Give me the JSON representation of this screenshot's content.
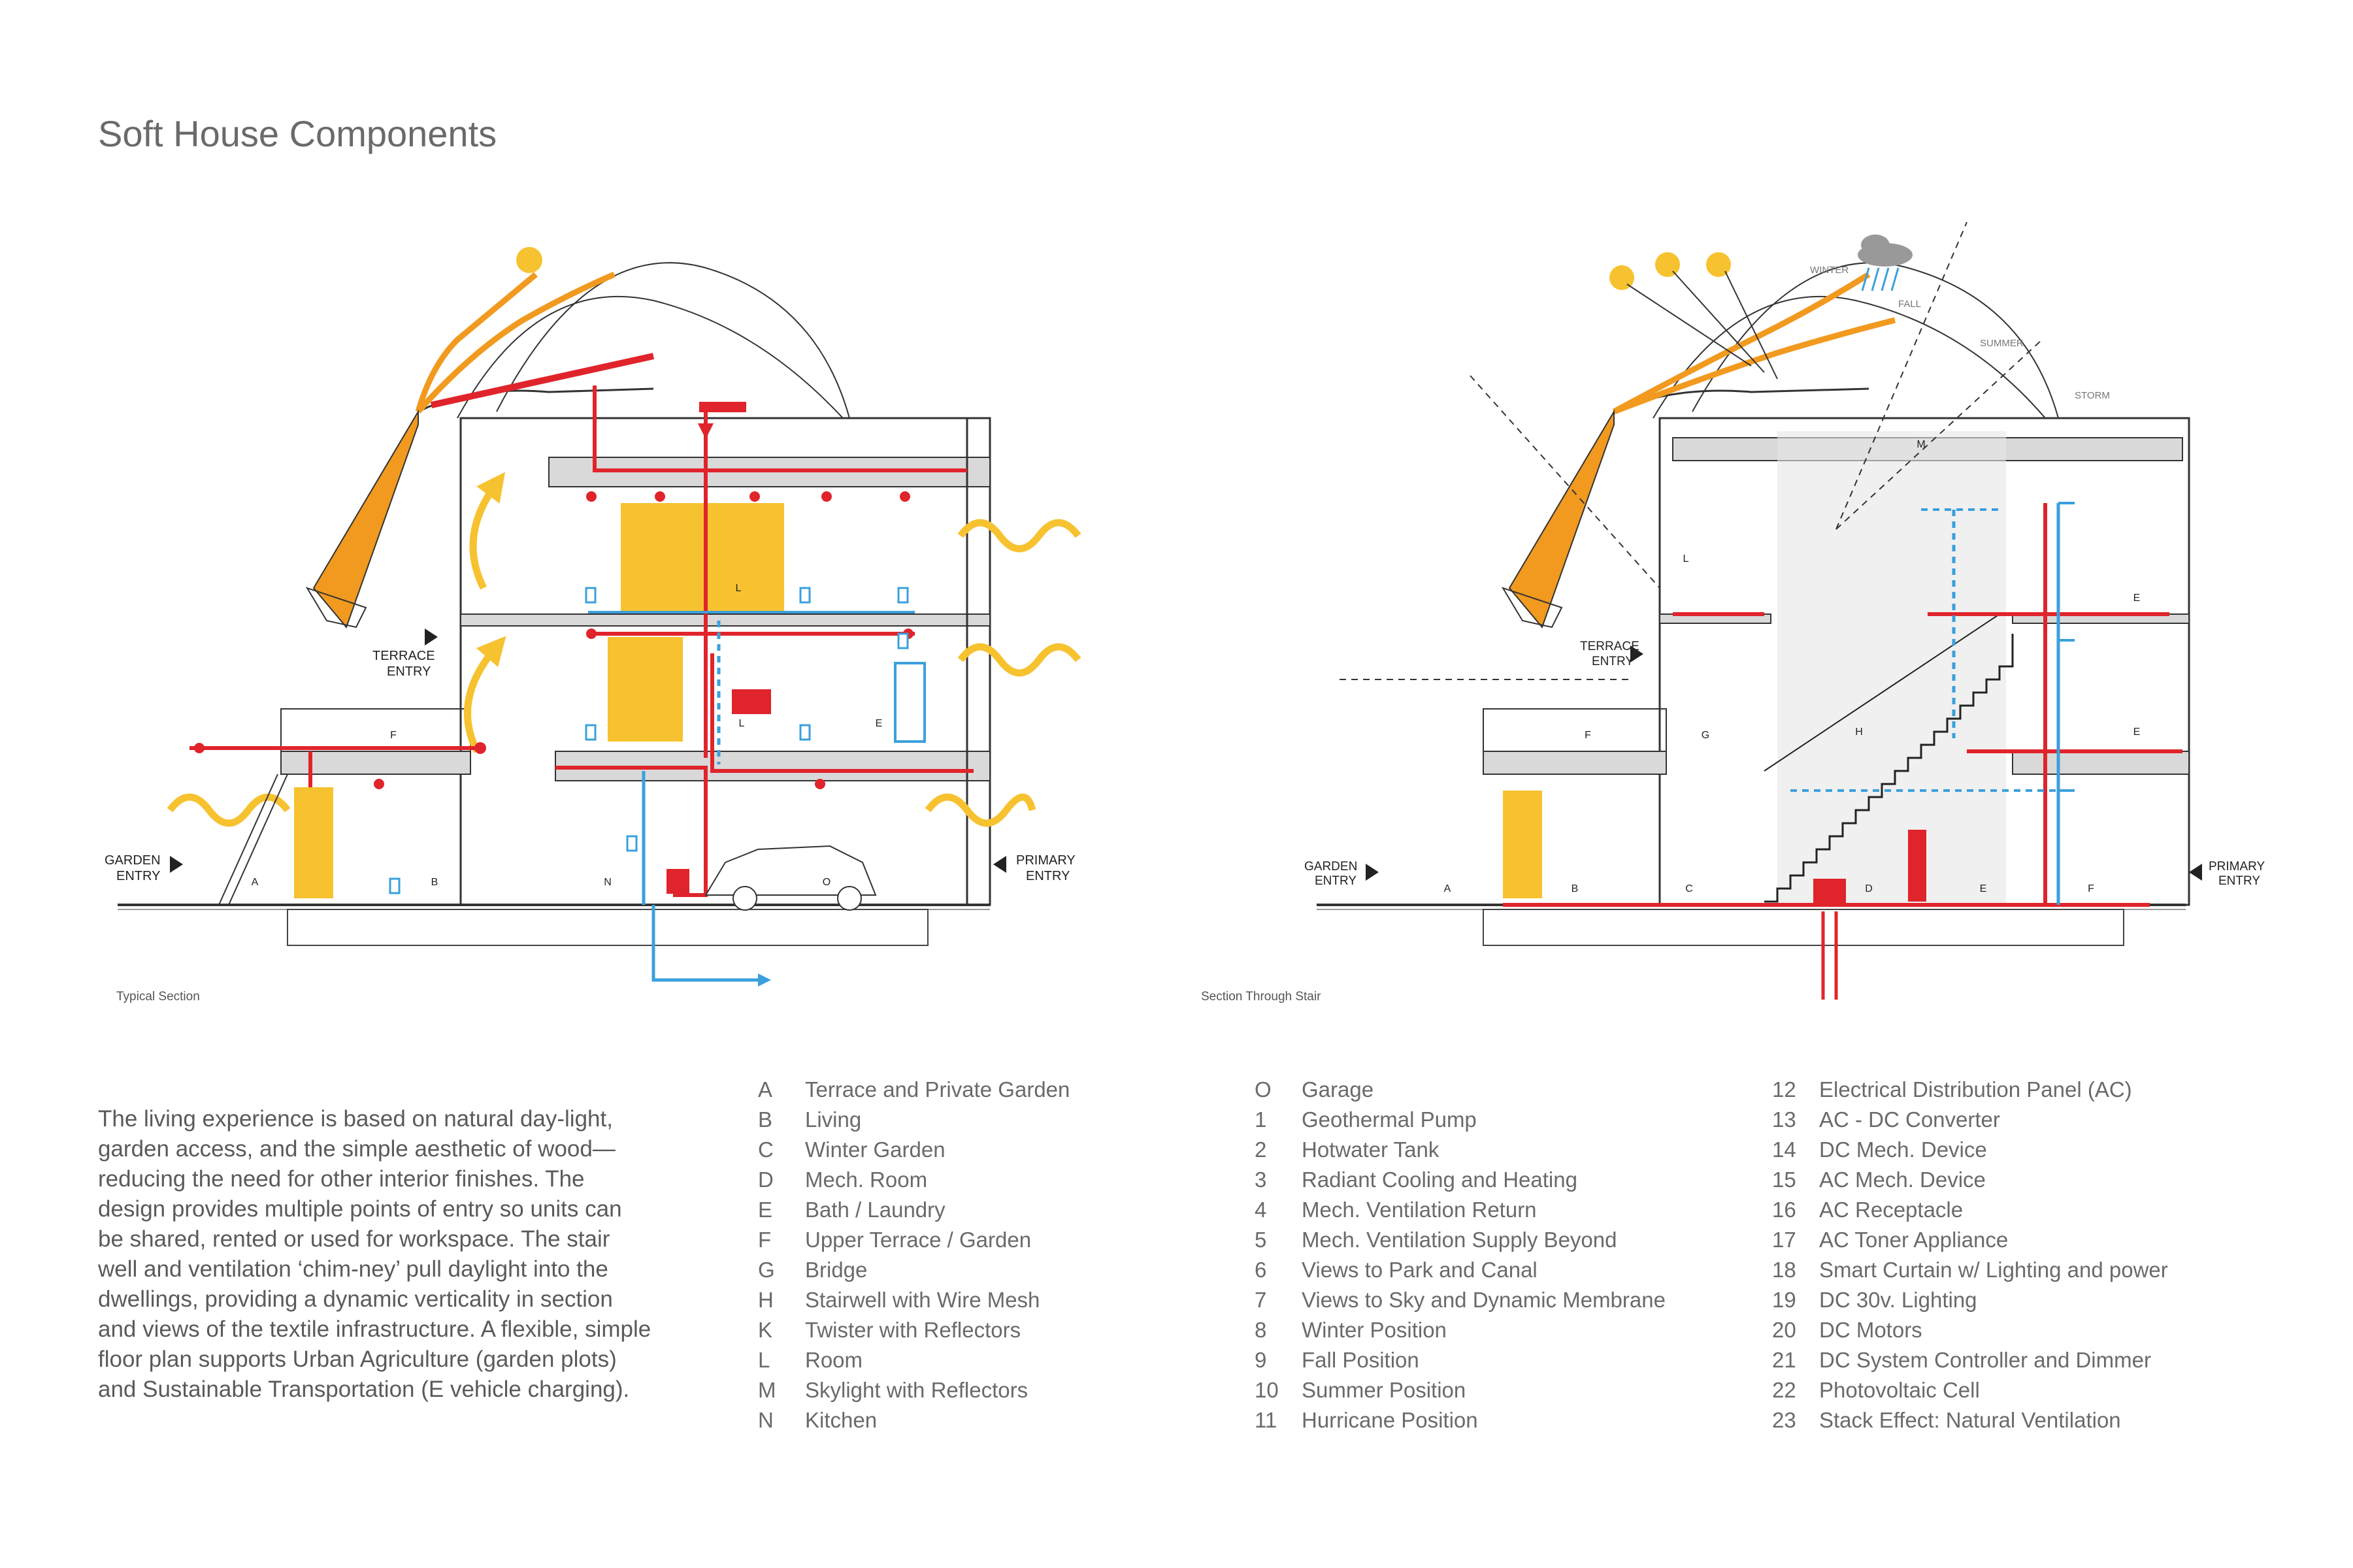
{
  "title": "Soft House Components",
  "captions": {
    "left": "Typical Section",
    "right": "Section Through Stair"
  },
  "labels": {
    "terrace_entry": [
      "TERRACE",
      "ENTRY"
    ],
    "garden_entry": [
      "GARDEN",
      "ENTRY"
    ],
    "primary_entry": [
      "PRIMARY",
      "ENTRY"
    ],
    "winter": "WINTER",
    "fall": "FALL",
    "summer": "SUMMER",
    "storm": "STORM"
  },
  "description": "The living experience is based on natural day-light, garden access, and the simple aesthetic of wood—reducing the need for other interior finishes. The design provides multiple points of entry so units can be shared, rented or used for workspace. The stair well and ventilation ‘chim-ney’ pull daylight into the dwellings, providing a dynamic verticality in section and views of the textile infrastructure. A flexible, simple floor plan supports Urban Agriculture (garden plots) and Sustainable Transportation (E vehicle charging).",
  "legend": {
    "col1": [
      {
        "key": "A",
        "text": "Terrace and Private Garden"
      },
      {
        "key": "B",
        "text": "Living"
      },
      {
        "key": "C",
        "text": "Winter Garden"
      },
      {
        "key": "D",
        "text": "Mech. Room"
      },
      {
        "key": "E",
        "text": "Bath / Laundry"
      },
      {
        "key": "F",
        "text": "Upper Terrace / Garden"
      },
      {
        "key": "G",
        "text": "Bridge"
      },
      {
        "key": "H",
        "text": "Stairwell with Wire Mesh"
      },
      {
        "key": "K",
        "text": "Twister with Reflectors"
      },
      {
        "key": "L",
        "text": "Room"
      },
      {
        "key": "M",
        "text": "Skylight with Reflectors"
      },
      {
        "key": "N",
        "text": "Kitchen"
      }
    ],
    "col2": [
      {
        "key": "O",
        "text": "Garage"
      },
      {
        "key": "1",
        "text": "Geothermal Pump"
      },
      {
        "key": "2",
        "text": "Hotwater Tank"
      },
      {
        "key": "3",
        "text": "Radiant Cooling and Heating"
      },
      {
        "key": "4",
        "text": "Mech. Ventilation Return"
      },
      {
        "key": "5",
        "text": "Mech. Ventilation Supply Beyond"
      },
      {
        "key": "6",
        "text": "Views to Park and Canal"
      },
      {
        "key": "7",
        "text": "Views to Sky and Dynamic Membrane"
      },
      {
        "key": "8",
        "text": "Winter Position"
      },
      {
        "key": "9",
        "text": "Fall Position"
      },
      {
        "key": "10",
        "text": "Summer Position"
      },
      {
        "key": "11",
        "text": "Hurricane Position"
      }
    ],
    "col3": [
      {
        "key": "12",
        "text": "Electrical Distribution Panel (AC)"
      },
      {
        "key": "13",
        "text": "AC - DC Converter"
      },
      {
        "key": "14",
        "text": "DC Mech. Device"
      },
      {
        "key": "15",
        "text": "AC Mech. Device"
      },
      {
        "key": "16",
        "text": "AC Receptacle"
      },
      {
        "key": "17",
        "text": "AC Toner Appliance"
      },
      {
        "key": "18",
        "text": "Smart Curtain w/ Lighting and power"
      },
      {
        "key": "19",
        "text": "DC 30v. Lighting"
      },
      {
        "key": "20",
        "text": "DC Motors"
      },
      {
        "key": "21",
        "text": "DC System Controller and Dimmer"
      },
      {
        "key": "22",
        "text": "Photovoltaic Cell"
      },
      {
        "key": "23",
        "text": "Stack Effect: Natural Ventilation"
      }
    ]
  },
  "colors": {
    "red": "#e0242b",
    "blue": "#3aa0dc",
    "yellow": "#f7c22f",
    "orange": "#f19a1f",
    "line": "#333333",
    "grey": "#d9d9d9"
  }
}
